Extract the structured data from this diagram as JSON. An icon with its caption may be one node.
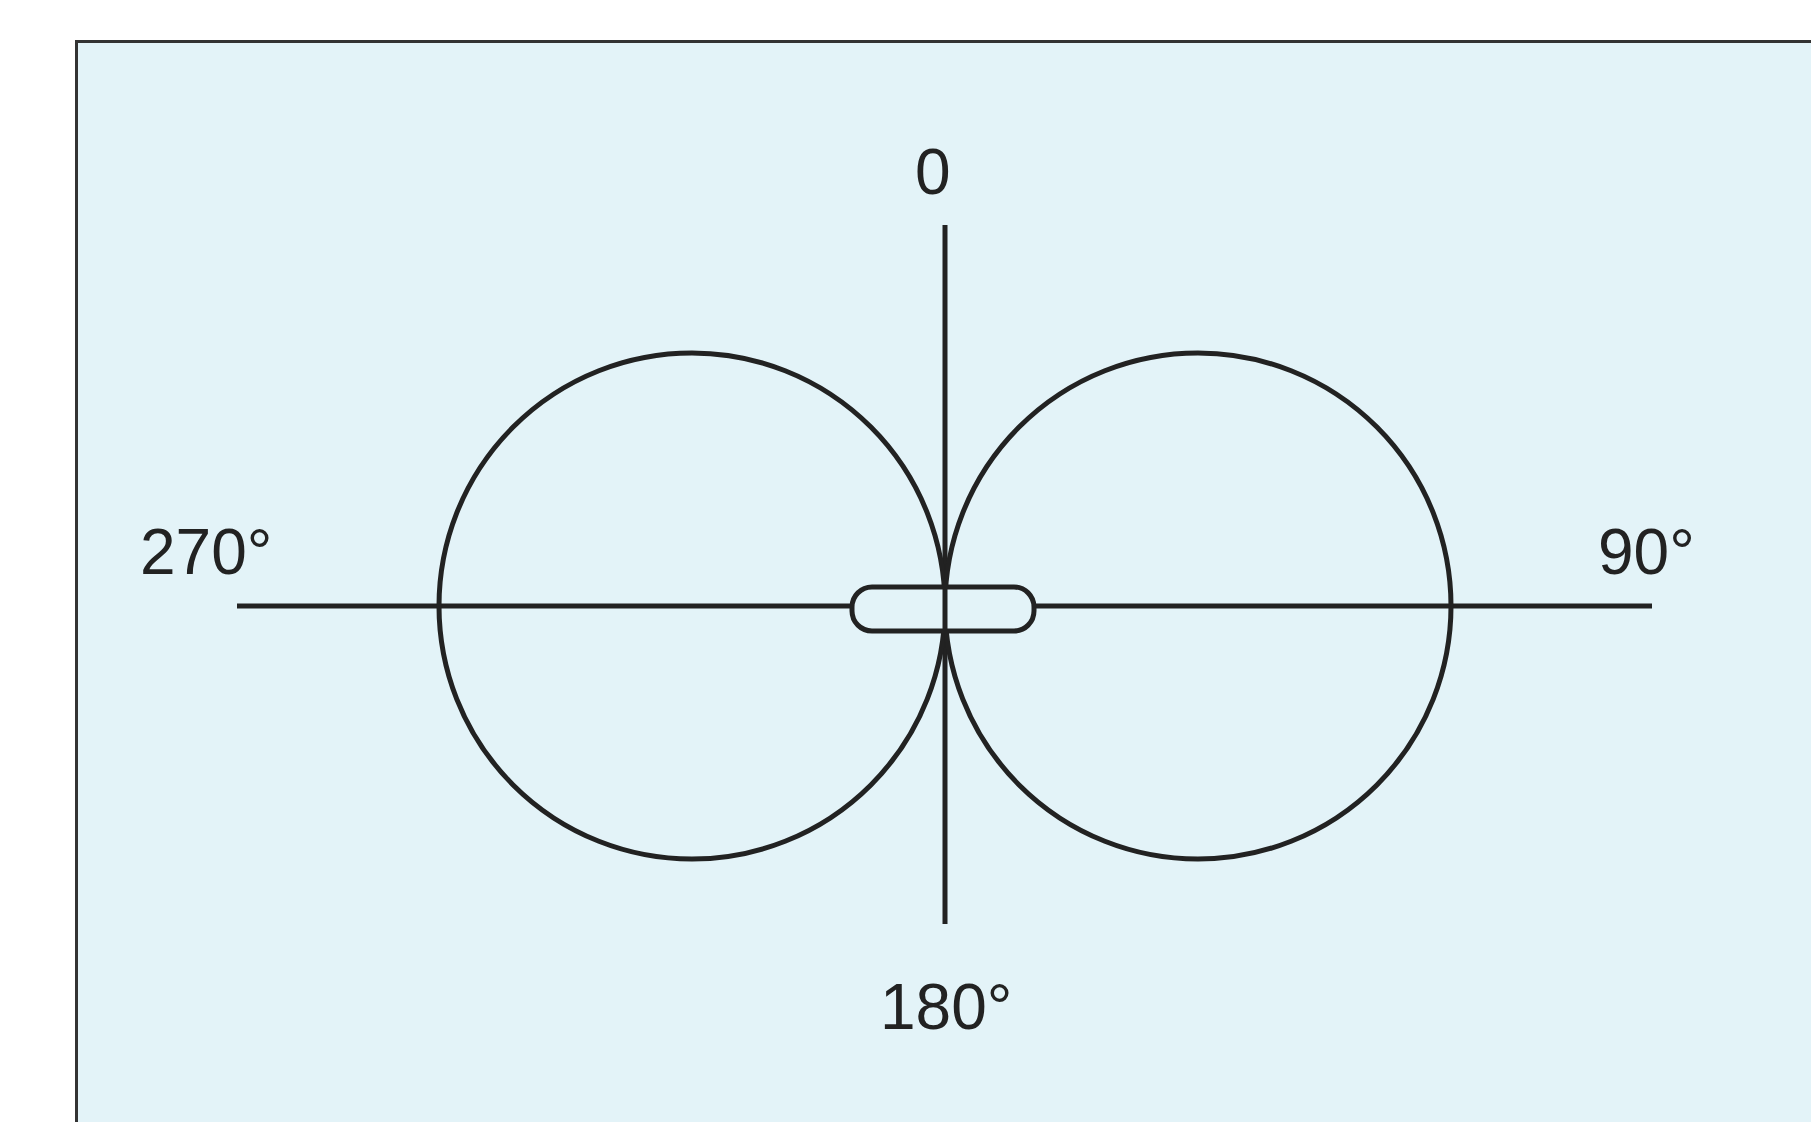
{
  "diagram": {
    "labels": [
      "0",
      "270°",
      "90°",
      "180°"
    ]
  }
}
